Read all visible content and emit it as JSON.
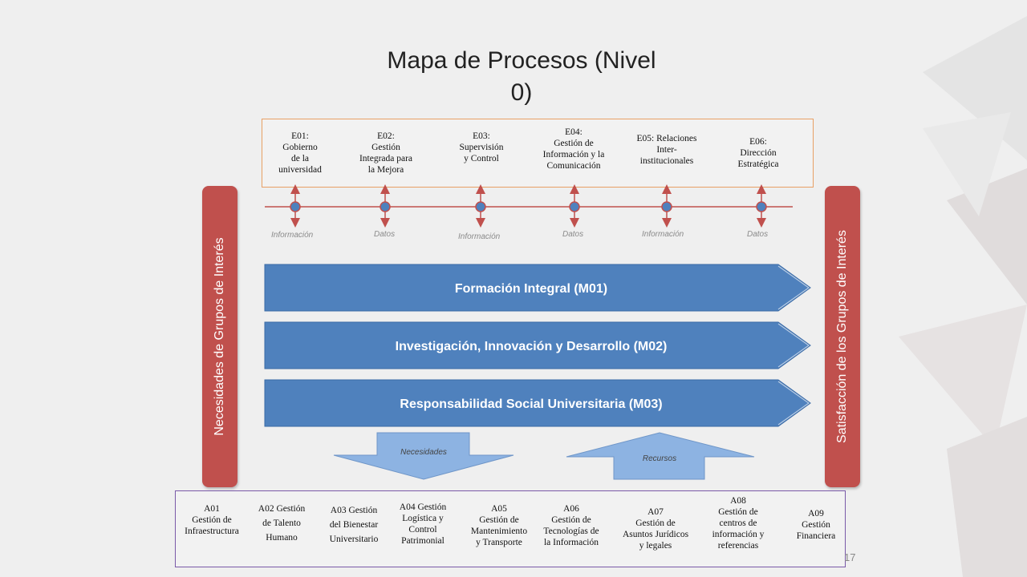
{
  "title": "Mapa de Procesos (Nivel 0)",
  "title_lines": [
    "Mapa de Procesos  (Nivel",
    "0)"
  ],
  "strategic": [
    {
      "lines": [
        "E01:",
        "Gobierno",
        "de la",
        "universidad"
      ]
    },
    {
      "lines": [
        "E02:",
        "Gestión",
        "Integrada para",
        "la Mejora"
      ]
    },
    {
      "lines": [
        "E03:",
        "Supervisión",
        "y Control"
      ]
    },
    {
      "lines": [
        "E04:",
        "Gestión de",
        "Información y la",
        "Comunicación"
      ]
    },
    {
      "lines": [
        "E05: Relaciones",
        "Inter-",
        "institucionales"
      ]
    },
    {
      "lines": [
        "E06:",
        "Dirección",
        "Estratégica"
      ]
    }
  ],
  "flow_labels": [
    "Información",
    "Datos",
    "Información",
    "Datos",
    "Información",
    "Datos"
  ],
  "left_bar": "Necesidades de Grupos de Interés",
  "right_bar": "Satisfacción de los Grupos de Interés",
  "missional": [
    {
      "label": "Formación Integral (M01)"
    },
    {
      "label": "Investigación, Innovación y Desarrollo (M02)"
    },
    {
      "label": "Responsabilidad Social Universitaria (M03)"
    }
  ],
  "needs_arrow": "Necesidades",
  "resources_arrow": "Recursos",
  "support": [
    {
      "lines": [
        "A01",
        "Gestión de",
        "Infraestructura"
      ]
    },
    {
      "lines": [
        "A02 Gestión",
        "de Talento",
        "Humano"
      ]
    },
    {
      "lines": [
        "A03  Gestión",
        "del Bienestar",
        "Universitario"
      ]
    },
    {
      "lines": [
        "A04 Gestión",
        "Logística y",
        "Control",
        "Patrimonial"
      ]
    },
    {
      "lines": [
        "A05",
        "Gestión de",
        "Mantenimiento",
        "y Transporte"
      ]
    },
    {
      "lines": [
        "A06",
        "Gestión de",
        "Tecnologías de",
        "la Información"
      ]
    },
    {
      "lines": [
        "A07",
        "Gestión de",
        "Asuntos Jurídicos",
        "y legales"
      ]
    },
    {
      "lines": [
        "A08",
        "Gestión de",
        "centros de",
        "información y",
        "referencias"
      ]
    },
    {
      "lines": [
        "A09",
        "Gestión",
        "Financiera"
      ]
    }
  ],
  "page_number": "17",
  "colors": {
    "process_blue": "#4f81bd",
    "side_red": "#c0504d",
    "connector_red": "#c0504d",
    "node_blue": "#4f81bd",
    "strategic_border": "#e8a064",
    "support_border": "#7a5aa8",
    "arrow_light_blue": "#8db3e2"
  }
}
